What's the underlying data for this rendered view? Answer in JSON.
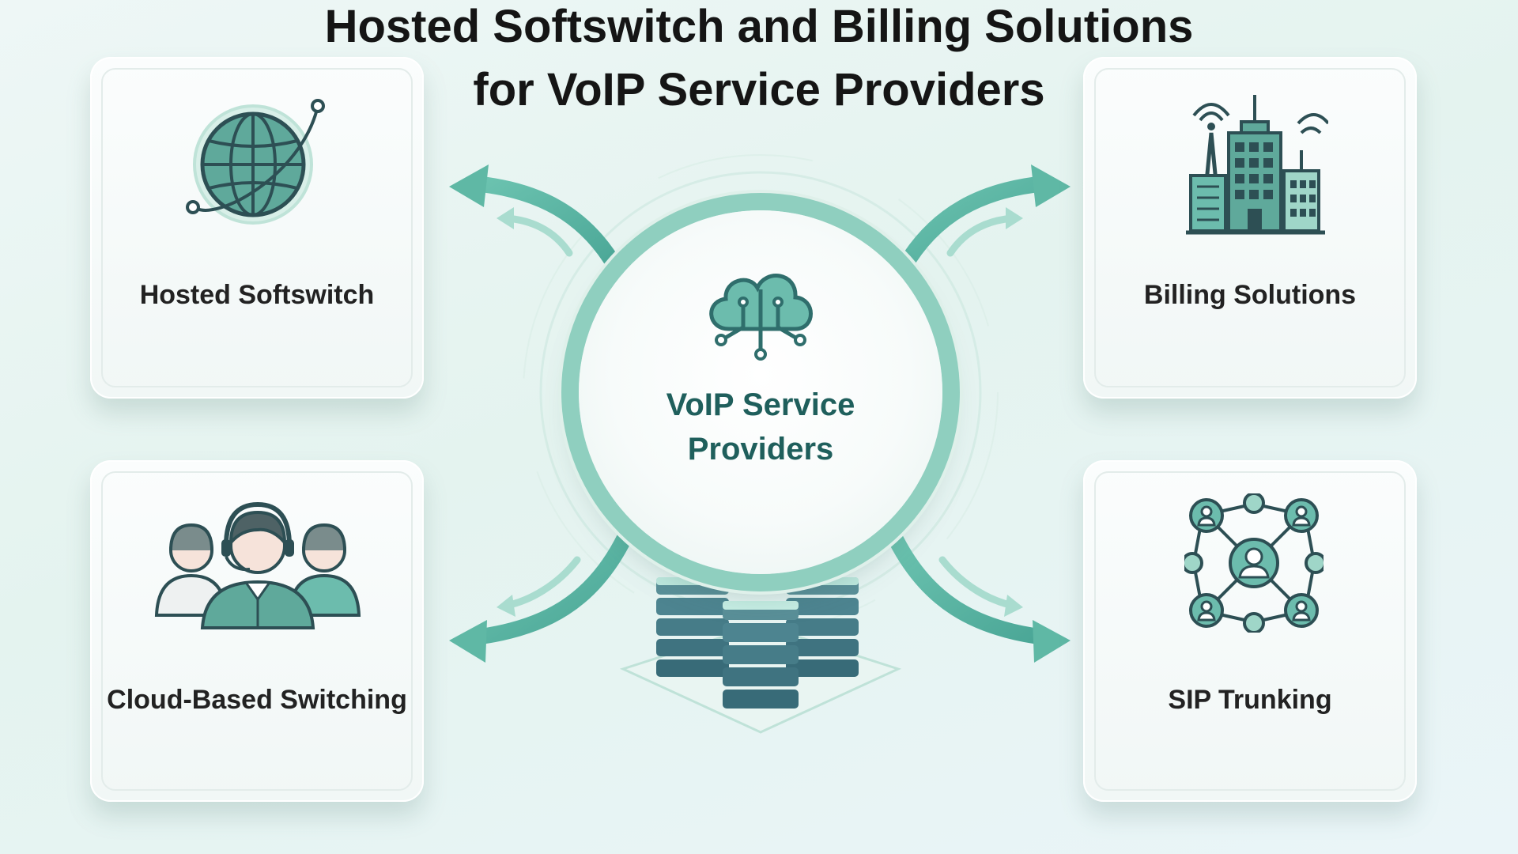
{
  "title": {
    "line1": "Hosted Softswitch and Billing Solutions",
    "line2": "for VoIP Service Providers"
  },
  "hub": {
    "label_line1": "VoIP Service",
    "label_line2": "Providers",
    "icon": "cloud-network-icon"
  },
  "cards": [
    {
      "label": "Hosted Softswitch",
      "icon": "globe-orbit-icon"
    },
    {
      "label": "Billing Solutions",
      "icon": "city-buildings-tower-icon"
    },
    {
      "label": "Cloud-Based Switching",
      "icon": "support-agents-headset-icon"
    },
    {
      "label": "SIP Trunking",
      "icon": "people-network-icon"
    }
  ],
  "decoration": {
    "servers": "server-stacks-icon"
  },
  "colors": {
    "accent": "#5fb8a5",
    "accent_dark": "#2f7a73",
    "hub_text": "#1f5f5c",
    "title_text": "#151515"
  }
}
